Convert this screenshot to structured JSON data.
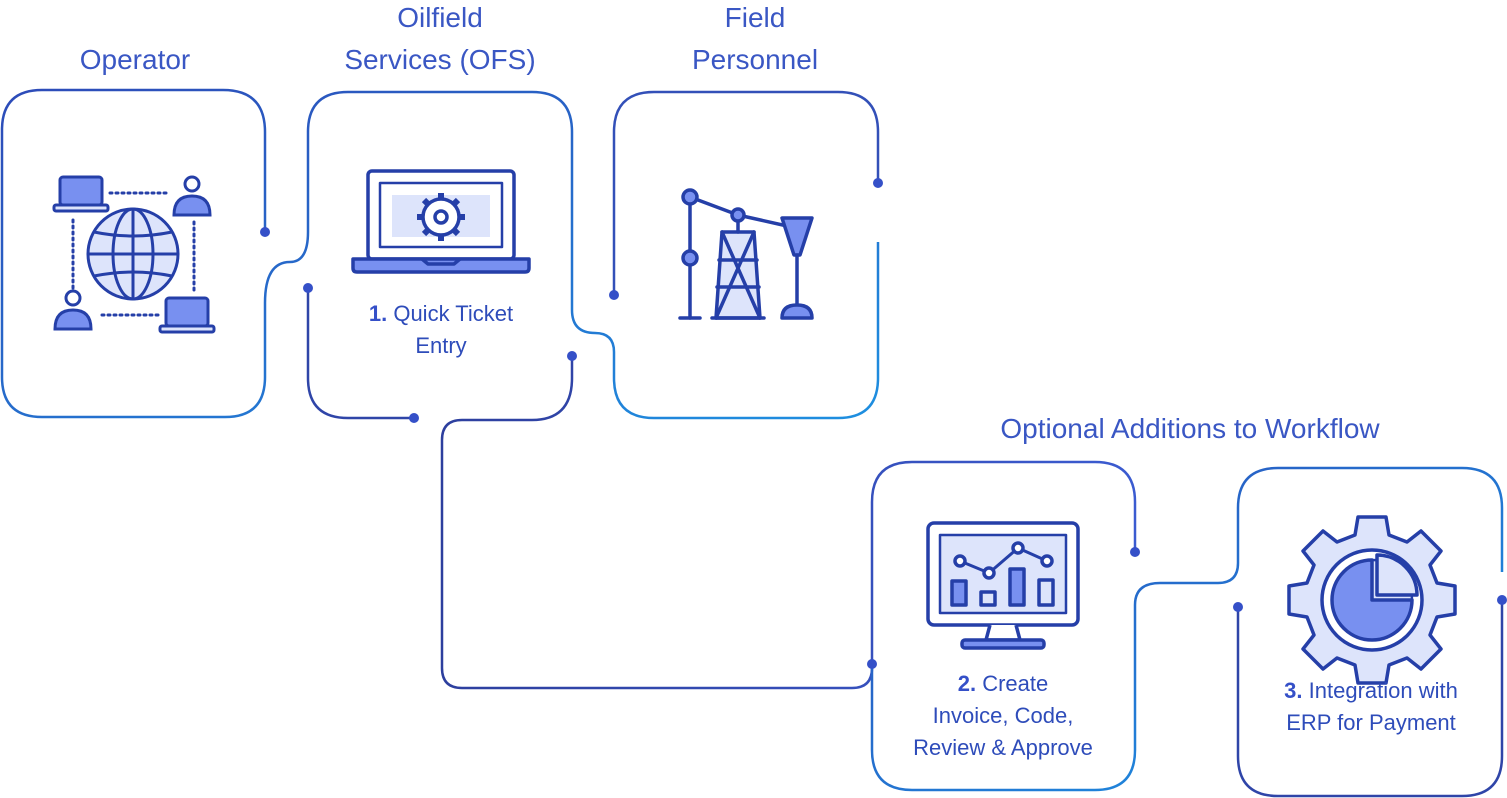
{
  "headers": {
    "operator": "Operator",
    "ofs_line1": "Oilfield",
    "ofs_line2": "Services (OFS)",
    "field_line1": "Field",
    "field_line2": "Personnel",
    "optional": "Optional Additions to Workflow"
  },
  "steps": [
    {
      "number": "1.",
      "line1": "Quick Ticket",
      "line2": "Entry",
      "line3": ""
    },
    {
      "number": "2.",
      "line1": "Create",
      "line2": "Invoice, Code,",
      "line3": "Review & Approve"
    },
    {
      "number": "3.",
      "line1": "Integration with",
      "line2": "ERP for Payment",
      "line3": ""
    }
  ],
  "icons": {
    "operator": "network-globe-icon",
    "ofs": "laptop-gear-icon",
    "field": "oil-pump-jack-icon",
    "invoice": "monitor-chart-icon",
    "erp": "gear-pie-chart-icon"
  },
  "colors": {
    "dark_blue": "#2d3f9e",
    "light_blue": "#1e8fe0",
    "text_blue": "#3a57c4",
    "icon_fill": "#dde4fb",
    "icon_accent": "#6f8cf2"
  }
}
